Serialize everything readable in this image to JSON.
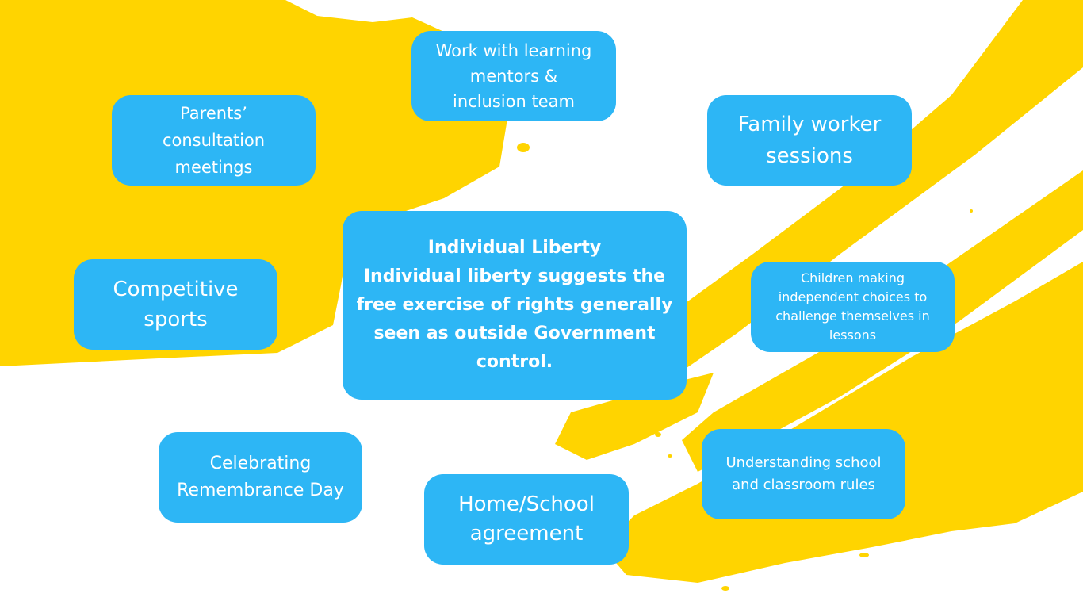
{
  "theme": {
    "accent": "#ffd400",
    "box": "#2db6f5",
    "text": "#ffffff"
  },
  "center": {
    "title": "Individual Liberty",
    "description": "Individual liberty suggests the\nfree exercise of rights generally\nseen as outside Government\ncontrol."
  },
  "nodes": {
    "mentors": "Work with learning\nmentors &\ninclusion team",
    "parents": "Parents’\nconsultation\nmeetings",
    "family": "Family worker\nsessions",
    "sports": "Competitive\nsports",
    "choices": "Children making\nindependent choices to\nchallenge themselves in\nlessons",
    "remembrance": "Celebrating\nRemembrance Day",
    "agreement": "Home/School\nagreement",
    "rules": "Understanding school\nand classroom rules"
  }
}
